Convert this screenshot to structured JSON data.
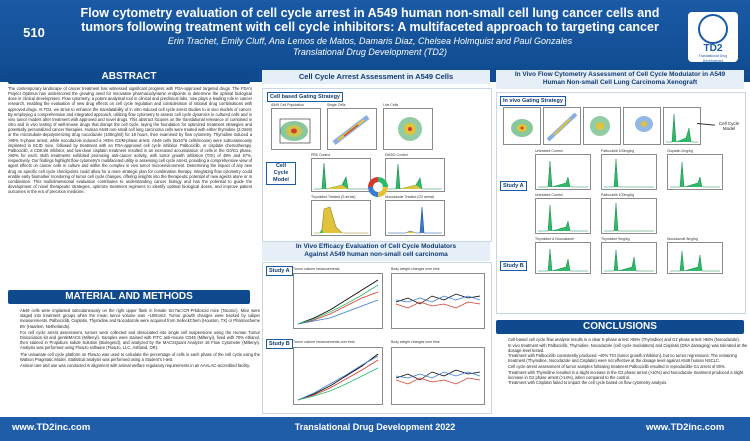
{
  "header": {
    "poster_number": "510",
    "title": "Flow cytometry evaluation of cell cycle arrest in A549 human non-small cell lung cancer cells and tumors following treatment with cell cycle inhibitors: A multifaceted approach to targeting cancer",
    "authors": "Erin Trachet, Emily Cluff, Ana Lemos de Matos, Damaris Diaz, Chelsea Holmquist and Paul Gonzales",
    "affiliation": "Translational Drug Development (TD2)",
    "logo_text": "TD2",
    "logo_sub": "Translational Drug Development"
  },
  "abstract": {
    "heading": "ABSTRACT",
    "text": "The contemporary landscape of cancer treatment has witnessed significant progress with FDA-approved targeted drugs. The FDA's Project Optimus has underscored the growing need for innovative pharmacodynamic endpoints to determine the optimal biological dose in clinical development. Flow cytometry, a potent analytical tool in clinical and preclinical labs, now plays a leading role in cancer research, enabling the evaluation of new drug effects on cell cycle regulation and consideration of rational drug combinations with approved drugs. At TD2, we strive to enhance the translatability of in vitro induced cell cycle arrest studies to in vivo models of cancer. By employing a comprehensive and integrated approach, utilizing flow cytometry to assess cell cycle dynamics in cultured cells and in vivo tumor models after treatment with approved and novel drugs. This abstract focuses on the translational relevance of combined in vitro and in vivo testing of well-known drugs that disrupt the cell cycle, laying the foundation for optimized treatment strategies and potentially personalized cancer therapies. Human A549 non-small cell lung carcinoma cells were treated with either thymidine (2.0mM) or the microtubule-depolymerizing drug nocodazole (100ng/ml) for 18 hours, then examined by flow cytometry. Thymidine induced a >85% S-phase arrest, while nocodazole induced a >85% G2/M-phase arrest. A549 cells (5x10^6 cells/mouse) were subcutaneously implanted in SCID mice, followed by treatment with an FDA-approved cell cycle inhibitor. Palbociclib, or cisplatin chemotherapy. Palbociclib, a CDK4/6 inhibitor, and low-dose cisplatin treatment resulted in an increased accumulation of cells in the G0/G1 phase, >80% for each. Both treatments exhibited promising anti-cancer activity, with tumor growth inhibition (TGI) of 48% and 67%, respectively. Our findings highlight flow cytometry's multifaceted utility in assessing cell cycle arrest, providing a comprehensive view of agent effects on cancer cells in culture and within the complex in vivo tumor microenvironment. Determining the impact of any new drug on specific cell cycle checkpoints could allow for a more strategic plan for combination therapy. Integrating flow cytometry could enable early biomarker monitoring of tumor cell cycle changes, offering insights into the therapeutic potential of new agents alone or in combination. This multidimensional evaluation contributes to understanding cancer biology and has the potential to guide the development of novel therapeutic strategies, optimize treatment regimens to identify optimal biological doses, and improve patient outcomes in the era of precision medicine."
  },
  "methods": {
    "heading": "MATERIAL AND METHODS",
    "items": [
      "A549 cells were implanted subcutaneously on the right upper flank in female Scr7ac:ICR-Prkdcscid mice (Taconic). Mice were staged into treatment groups when the mean tumor volume was ~100mm3. Tumor growth changes were tracked by caliper measurements. Palbociclib, Cisplatin, Thymidine and Nocodazole were acquired from SelleckChem (Houston, TX) or Pharmacheme BV (Haarlem, Netherlands).",
      "For cell cycle arrest assessment, tumors were collected and dissociated into single cell suspensions using the Human Tumor Dissociation kit and gentleMACS (Miltenyi). Samples were stained with FITC anti-mouse CD45 (Miltenyi), fixed with 70% ethanol, then stained in Propidium Iodide Solution (Biolegend), and analyzed by the MACSQuant Analyzer 16 Flow Cytometer (Miltenyi). Analysis was performed using FlowJo software (FlowJo, LLC, Ashland, OR).",
      "The univariate cell cycle platform on FlowJo was used to calculate the percentage of cells in each phase of the cell cycle using the Watson Pragmatic Model. Statistical analysis was performed using a Student's t-test.",
      "Animal care and use was conducted in alignment with animal welfare regulatory requirements in an AAALAC-accredited facility."
    ]
  },
  "cell_cycle": {
    "heading": "Cell Cycle Arrest Assessment in A549 Cells",
    "gating_label": "Cell based Gating Strategy",
    "model_label_1": "Cell Cycle",
    "model_label_2": "Model",
    "plot_captions": [
      "A549 Cell Population",
      "Single Cells",
      "Live Cells",
      "PBS Control",
      "DMSO Control",
      "Thymidine Treated (S arrest)",
      "Nocodazole Treated (G2 arrest)"
    ]
  },
  "efficacy": {
    "heading_line1": "In Vivo Efficacy Evaluation of Cell Cycle Modulators",
    "heading_line2": "Against A549 human non-small cell carcinoma",
    "study_a": "Study A",
    "study_b": "Study B",
    "cap_tumor_a": "Tumor volume measurements",
    "cap_weight_a": "Body weight changes over time",
    "cap_tumor_b": "Tumor volume measurements over time",
    "cap_weight_b": "Body weight changes over time"
  },
  "invivo_flow": {
    "heading_line1": "In Vivo Flow Cytometry Assessment of Cell Cycle Modulator in A549",
    "heading_line2": "Human Non-small Cell Lung Carcinoma Xenograft",
    "gating_label": "In vivo Gating Strategy",
    "model_callout_1": "Cell Cycle",
    "model_callout_2": "Model",
    "study_a": "Study A",
    "study_b": "Study B",
    "captions": [
      "Untreated Control",
      "Palbociclib 100mg/kg",
      "Cisplatin 2mg/kg",
      "Untreated Control",
      "Palbociclib 100mg/kg",
      "Thymidine & Nocodazole",
      "Thymidine 9mg/kg",
      "Nocodazole 8mg/kg"
    ]
  },
  "conclusions": {
    "heading": "CONCLUSIONS",
    "items": [
      "Cell-based cell cycle flow analysis results in a clear S-phase arrest >85% (Thymidine) and G2 phase arrest >85% (Nocodazole).",
      "In vivo treatment with Palbociclib, Thymidine, Nocodazole (cell cycle modulators) and Cisplatin (DNA damaging) was tolerated at the dosage level tested.",
      "Treatment with Palbociclib consistently produced ~40% TGI (tumor growth inhibition), but no tumor regressions. The remaining treatment (Thymidine, Nocodazole and Cisplatin) were not effective at the dosage level against A549 human NSCLC.",
      "Cell cycle arrest assessment of tumor samples following treatment Palbociclib resulted in reproducible G1 arrest of 80%.",
      "Treatment with Thymidine resulted in a slight increase in the G2 phase arrest (>10%) and Nocodazole treatment produced a slight increase in G2 phase arrest (>14%), when compared to the control.",
      "Treatment with Cisplatin failed to impact the cell cycle based on flow cytometry analysis."
    ]
  },
  "footer": {
    "url_left": "www.TD2inc.com",
    "center": "Translational Drug Development 2022",
    "url_right": "www.TD2inc.com"
  }
}
